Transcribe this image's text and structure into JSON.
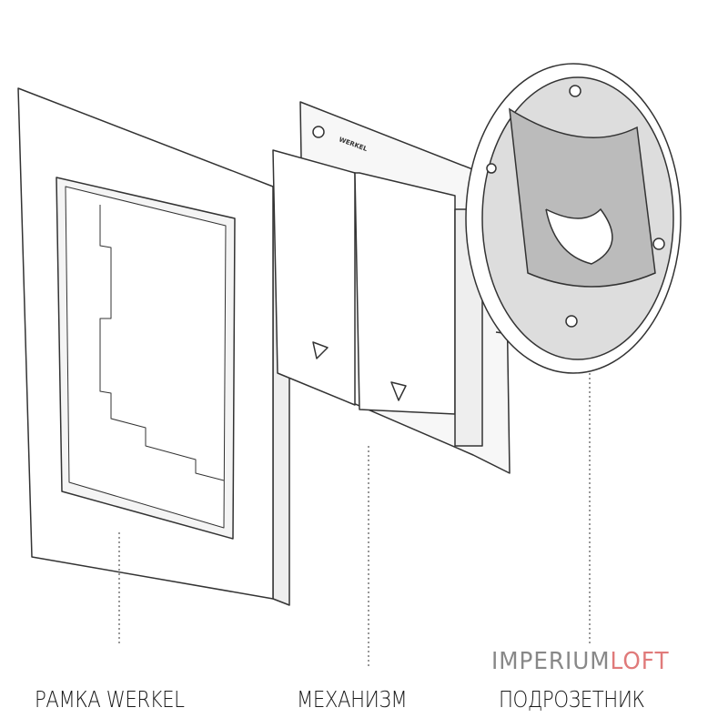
{
  "labels": {
    "frame": "РАМКА WERKEL",
    "mechanism": "МЕХАНИЗМ",
    "box": "ПОДРОЗЕТНИК"
  },
  "mechanism_brand": "WERKEL",
  "watermark": {
    "part1": "IMPERIUM",
    "part2": "LOFT"
  },
  "colors": {
    "line": "#333333",
    "watermark_gray": "#888888",
    "watermark_pink": "#e07a7a"
  }
}
